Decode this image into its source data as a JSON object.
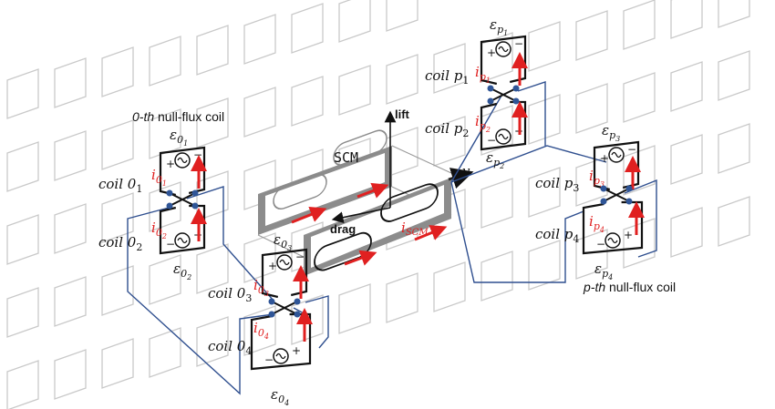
{
  "colors": {
    "wire": "#111111",
    "connector": "#2f4f8f",
    "current_arrow": "#e02020",
    "background_coil": "#c9c9c9",
    "scm_frame": "#7f7f7f"
  },
  "labels": {
    "group0_title_italic": "0-th",
    "group0_title_rest": " null-flux coil",
    "groupP_title_italic": "p-th",
    "groupP_title_rest": " null-flux coil",
    "scm": "SCM",
    "lift": "lift",
    "drag": "drag",
    "velocity": "v"
  },
  "coils": [
    {
      "label": "coil 0",
      "sub": "1",
      "emf": "ε",
      "emf_sub": "0",
      "emf_subsub": "1",
      "current": "i",
      "cur_sub": "0",
      "cur_subsub": "1"
    },
    {
      "label": "coil 0",
      "sub": "2",
      "emf": "ε",
      "emf_sub": "0",
      "emf_subsub": "2",
      "current": "i",
      "cur_sub": "0",
      "cur_subsub": "2"
    },
    {
      "label": "coil 0",
      "sub": "3",
      "emf": "ε",
      "emf_sub": "0",
      "emf_subsub": "3",
      "current": "i",
      "cur_sub": "0",
      "cur_subsub": "3"
    },
    {
      "label": "coil 0",
      "sub": "4",
      "emf": "ε",
      "emf_sub": "0",
      "emf_subsub": "4",
      "current": "i",
      "cur_sub": "0",
      "cur_subsub": "4"
    },
    {
      "label": "coil p",
      "sub": "1",
      "emf": "ε",
      "emf_sub": "p",
      "emf_subsub": "1",
      "current": "i",
      "cur_sub": "p",
      "cur_subsub": "1"
    },
    {
      "label": "coil p",
      "sub": "2",
      "emf": "ε",
      "emf_sub": "p",
      "emf_subsub": "2",
      "current": "i",
      "cur_sub": "p",
      "cur_subsub": "2"
    },
    {
      "label": "coil p",
      "sub": "3",
      "emf": "ε",
      "emf_sub": "p",
      "emf_subsub": "3",
      "current": "i",
      "cur_sub": "p",
      "cur_subsub": "3"
    },
    {
      "label": "coil p",
      "sub": "4",
      "emf": "ε",
      "emf_sub": "p",
      "emf_subsub": "4",
      "current": "i",
      "cur_sub": "p",
      "cur_subsub": "4"
    }
  ],
  "scm_current": {
    "symbol": "i",
    "sub": "SCM"
  },
  "polarity": {
    "plus": "+",
    "minus": "−"
  }
}
